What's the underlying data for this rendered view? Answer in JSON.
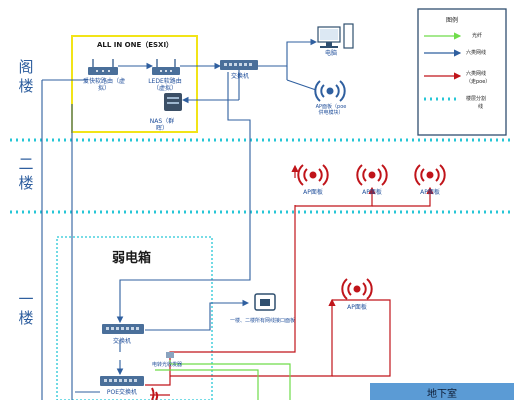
{
  "floors": {
    "attic": [
      "阁",
      "楼"
    ],
    "second": [
      "二",
      "楼"
    ],
    "first": [
      "一",
      "楼"
    ]
  },
  "esxi": {
    "title": "ALL IN ONE（ESXI）",
    "router1": [
      "爱快软路由（虚",
      "拟）"
    ],
    "router2": [
      "LEDE软路由",
      "（虚拟）"
    ],
    "nas": [
      "NAS（群",
      "晖）"
    ]
  },
  "switch_attic": "交换机",
  "computer": "电脑",
  "ap_attic": [
    "AP面板（poe",
    "供电模块）"
  ],
  "ap_second": [
    "AP面板",
    "AP面板",
    "AP面板"
  ],
  "weak_box": {
    "title": "弱电箱",
    "switch": "交换机",
    "media_converter": "电转光收发器",
    "poe_switch": "POE交换机"
  },
  "panel_label": "一楼、二楼所有网线接口面板",
  "ap_first": "AP面板",
  "basement": "地下室",
  "legend": {
    "title": "图例",
    "items": [
      "光纤",
      "六类网线",
      "六类网线",
      "（走poe）",
      "楼层分割",
      "线"
    ]
  },
  "colors": {
    "fiber": "#6fdc4a",
    "cat6": "#2f5f9f",
    "poe": "#c0141a",
    "floor_divider": "#26c6d6",
    "esxi_border": "#f2e418",
    "switch_body": "#4a6f9a"
  }
}
